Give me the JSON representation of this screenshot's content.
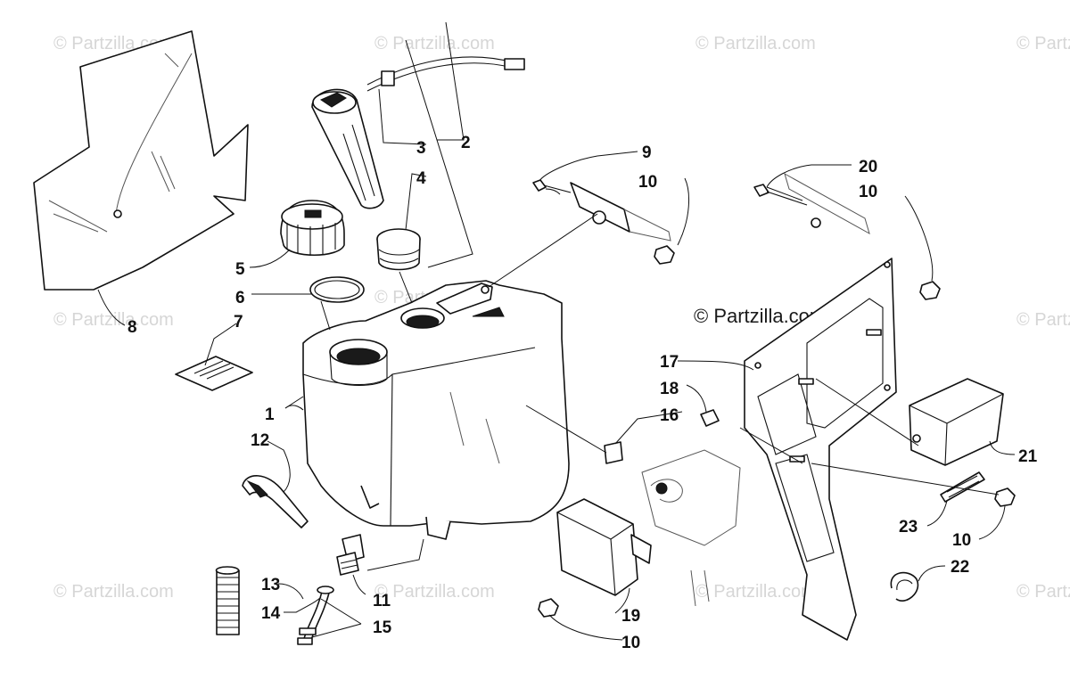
{
  "watermark": {
    "text": "© Partzilla.com",
    "main_text": "© Partzilla.com"
  },
  "callouts": [
    {
      "id": "c1",
      "text": "1"
    },
    {
      "id": "c2",
      "text": "2"
    },
    {
      "id": "c3",
      "text": "3"
    },
    {
      "id": "c4",
      "text": "4"
    },
    {
      "id": "c5",
      "text": "5"
    },
    {
      "id": "c6",
      "text": "6"
    },
    {
      "id": "c7",
      "text": "7"
    },
    {
      "id": "c8",
      "text": "8"
    },
    {
      "id": "c9",
      "text": "9"
    },
    {
      "id": "c10a",
      "text": "10"
    },
    {
      "id": "c20",
      "text": "20"
    },
    {
      "id": "c10b",
      "text": "10"
    },
    {
      "id": "c17",
      "text": "17"
    },
    {
      "id": "c18",
      "text": "18"
    },
    {
      "id": "c16",
      "text": "16"
    },
    {
      "id": "c12",
      "text": "12"
    },
    {
      "id": "c21",
      "text": "21"
    },
    {
      "id": "c23",
      "text": "23"
    },
    {
      "id": "c10c",
      "text": "10"
    },
    {
      "id": "c22",
      "text": "22"
    },
    {
      "id": "c13",
      "text": "13"
    },
    {
      "id": "c14",
      "text": "14"
    },
    {
      "id": "c11",
      "text": "11"
    },
    {
      "id": "c15",
      "text": "15"
    },
    {
      "id": "c19",
      "text": "19"
    },
    {
      "id": "c10d",
      "text": "10"
    }
  ]
}
